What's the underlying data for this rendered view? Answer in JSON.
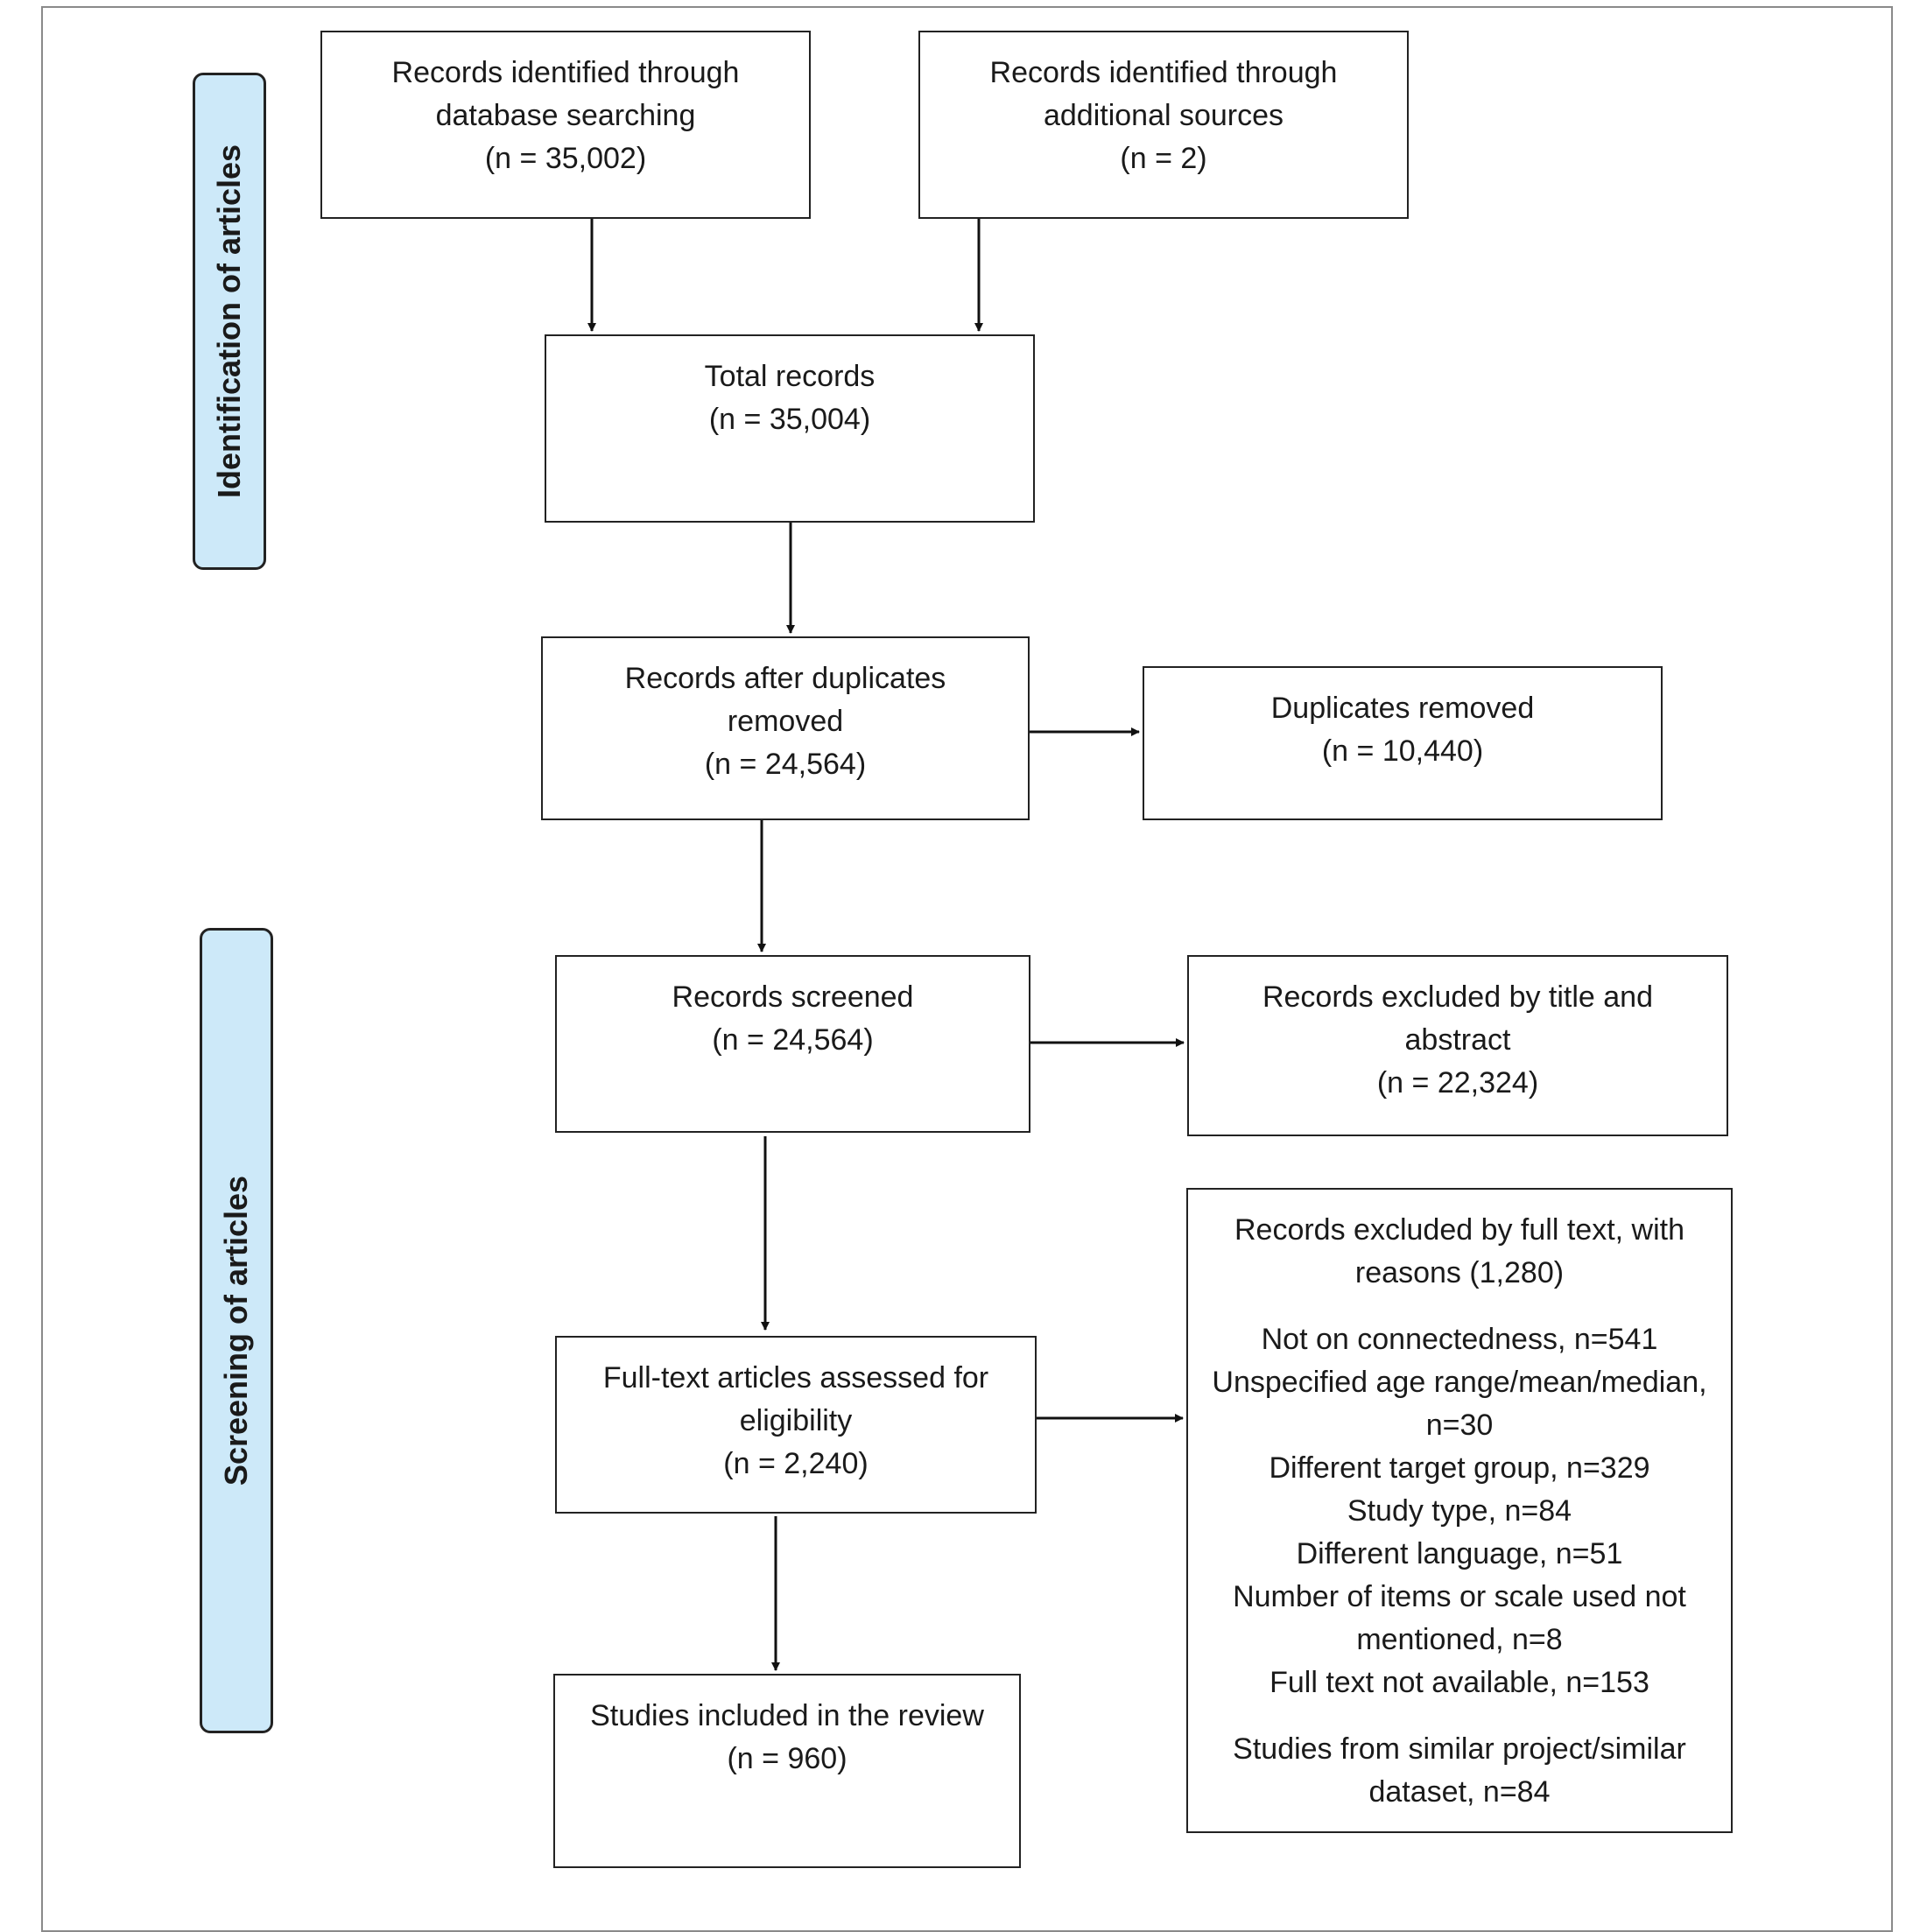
{
  "stages": {
    "identification": "Identification of articles",
    "screening": "Screening of articles"
  },
  "boxes": {
    "database": [
      "Records identified through",
      "database searching",
      "(n = 35,002)"
    ],
    "additional": [
      "Records identified through",
      "additional sources",
      "(n = 2)"
    ],
    "total": [
      "Total records",
      "(n = 35,004)"
    ],
    "after_duplicates": [
      "Records after duplicates",
      "removed",
      "(n = 24,564)"
    ],
    "duplicates_removed": [
      "Duplicates removed",
      "(n = 10,440)"
    ],
    "screened": [
      "Records screened",
      "(n = 24,564)"
    ],
    "excluded_title": [
      "Records excluded by title and",
      "abstract",
      "(n = 22,324)"
    ],
    "fulltext": [
      "Full-text articles assessed for",
      "eligibility",
      "(n = 2,240)"
    ],
    "included": [
      "Studies included in the review",
      "(n = 960)"
    ],
    "excluded_fulltext": {
      "heading": [
        "Records excluded by full text, with",
        "reasons (1,280)"
      ],
      "reasons": [
        "Not on connectedness, n=541",
        "Unspecified age range/mean/median,",
        "n=30",
        "Different target group, n=329",
        "Study type, n=84",
        "Different language, n=51",
        "Number of items or scale used not",
        "mentioned, n=8",
        "Full text not available, n=153"
      ],
      "footer": [
        "Studies from similar project/similar",
        "dataset, n=84"
      ]
    }
  }
}
